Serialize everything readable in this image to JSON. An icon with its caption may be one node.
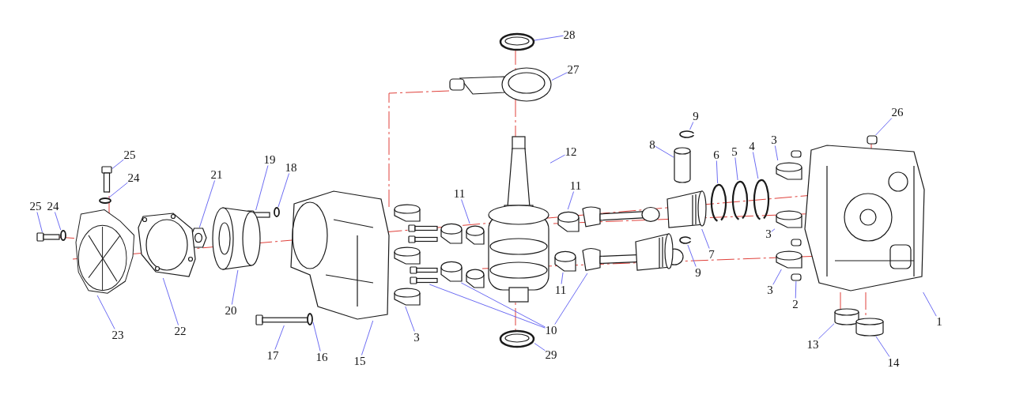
{
  "diagram": {
    "nodes": [
      {
        "text": [
          "28"
        ]
      },
      {
        "text": [
          "27"
        ]
      },
      {
        "text": [
          "12"
        ]
      },
      {
        "text": [
          "9"
        ]
      },
      {
        "text": [
          "8"
        ]
      },
      {
        "text": [
          "6"
        ]
      },
      {
        "text": [
          "5"
        ]
      },
      {
        "text": [
          "4"
        ]
      },
      {
        "text": [
          "3"
        ]
      },
      {
        "text": [
          "26"
        ]
      },
      {
        "text": [
          "19"
        ]
      },
      {
        "text": [
          "18"
        ]
      },
      {
        "text": [
          "21"
        ]
      },
      {
        "text": [
          "25"
        ]
      },
      {
        "text": [
          "24"
        ]
      },
      {
        "text": [
          "11"
        ]
      },
      {
        "text": [
          "11"
        ]
      },
      {
        "text": [
          "25"
        ]
      },
      {
        "text": [
          "24"
        ]
      },
      {
        "text": [
          "3"
        ]
      },
      {
        "text": [
          "7"
        ]
      },
      {
        "text": [
          "9"
        ]
      },
      {
        "text": [
          "3"
        ]
      },
      {
        "text": [
          "2"
        ]
      },
      {
        "text": [
          "11"
        ]
      },
      {
        "text": [
          "1"
        ]
      },
      {
        "text": [
          "20"
        ]
      },
      {
        "text": [
          "23"
        ]
      },
      {
        "text": [
          "22"
        ]
      },
      {
        "text": [
          "3"
        ]
      },
      {
        "text": [
          "10"
        ]
      },
      {
        "text": [
          "15"
        ]
      },
      {
        "text": [
          "17"
        ]
      },
      {
        "text": [
          "16"
        ]
      },
      {
        "text": [
          "29"
        ]
      },
      {
        "text": [
          "13"
        ]
      },
      {
        "text": [
          "14"
        ]
      },
      {
        "text": [],
        "shape": "picture"
      },
      {
        "text": [],
        "shape": "picture"
      },
      {
        "text": [],
        "shape": "picture"
      },
      {
        "text": [],
        "shape": "picture"
      },
      {
        "text": [],
        "shape": "cylinder"
      },
      {
        "text": [],
        "shape": "picture"
      },
      {
        "text": [],
        "shape": "picture"
      },
      {
        "text": [],
        "shape": "picture"
      },
      {
        "text": [],
        "shape": "picture"
      },
      {
        "text": [],
        "shape": "picture"
      },
      {
        "text": [],
        "shape": "picture"
      },
      {
        "text": [],
        "shape": "circle"
      },
      {
        "text": [],
        "shape": "picture"
      },
      {
        "text": [],
        "shape": "picture"
      },
      {
        "text": [],
        "shape": "circle"
      },
      {
        "text": [],
        "shape": "picture"
      },
      {
        "text": [],
        "shape": "picture"
      },
      {
        "text": [],
        "shape": "picture"
      },
      {
        "text": [],
        "shape": "circle"
      },
      {
        "text": [],
        "shape": "picture"
      },
      {
        "text": [],
        "shape": "picture"
      },
      {
        "text": [],
        "shape": "picture"
      },
      {
        "text": [],
        "shape": "picture"
      },
      {
        "text": [],
        "shape": "box"
      },
      {
        "text": [],
        "shape": "picture"
      },
      {
        "text": [],
        "shape": "picture"
      },
      {
        "text": [],
        "shape": "cylinder"
      },
      {
        "text": [],
        "shape": "picture"
      },
      {
        "text": [],
        "shape": "picture"
      },
      {
        "text": [],
        "shape": "picture"
      },
      {
        "text": [],
        "shape": "picture"
      },
      {
        "text": [],
        "shape": "picture"
      },
      {
        "text": [],
        "shape": "picture"
      },
      {
        "text": [],
        "shape": "picture"
      },
      {
        "text": [],
        "shape": "picture"
      },
      {
        "text": [],
        "shape": "circle"
      },
      {
        "text": [],
        "shape": "picture"
      },
      {
        "text": [],
        "shape": "cylinder"
      },
      {
        "text": [],
        "shape": "cylinder"
      },
      {
        "text": [],
        "shape": "picture"
      },
      {
        "text": [],
        "shape": "picture"
      },
      {
        "text": [],
        "shape": "picture"
      },
      {
        "text": [],
        "shape": "picture"
      },
      {
        "text": [],
        "shape": "picture"
      },
      {
        "text": [],
        "shape": "picture"
      },
      {
        "text": [],
        "shape": "picture"
      },
      {
        "text": [],
        "shape": "picture"
      },
      {
        "text": [],
        "shape": "picture"
      },
      {
        "text": [],
        "shape": "box"
      },
      {
        "text": [],
        "shape": "box"
      }
    ],
    "edges": [
      {
        "from": 0,
        "to": 37,
        "arrow": "none"
      },
      {
        "from": 1,
        "to": 38,
        "arrow": "none"
      },
      {
        "from": 2,
        "to": 39,
        "arrow": "none"
      },
      {
        "from": 3,
        "to": 40,
        "arrow": "none"
      },
      {
        "from": 4,
        "to": 41,
        "arrow": "none"
      },
      {
        "from": 5,
        "to": 42,
        "arrow": "none"
      },
      {
        "from": 6,
        "to": 43,
        "arrow": "none"
      },
      {
        "from": 7,
        "to": 44,
        "arrow": "none"
      },
      {
        "from": 8,
        "to": 45,
        "arrow": "none"
      },
      {
        "from": 9,
        "to": 46,
        "arrow": "none"
      },
      {
        "from": 10,
        "to": 47,
        "arrow": "none"
      },
      {
        "from": 11,
        "to": 48,
        "arrow": "none"
      },
      {
        "from": 12,
        "to": 49,
        "arrow": "none"
      },
      {
        "from": 13,
        "to": 50,
        "arrow": "none"
      },
      {
        "from": 14,
        "to": 51,
        "arrow": "none"
      },
      {
        "from": 15,
        "to": 52,
        "arrow": "none"
      },
      {
        "from": 16,
        "to": 53,
        "arrow": "none"
      },
      {
        "from": 17,
        "to": 54,
        "arrow": "none"
      },
      {
        "from": 18,
        "to": 55,
        "arrow": "none"
      },
      {
        "from": 19,
        "to": 56,
        "arrow": "none"
      },
      {
        "from": 20,
        "to": 57,
        "arrow": "none"
      },
      {
        "from": 21,
        "to": 58,
        "arrow": "none"
      },
      {
        "from": 22,
        "to": 59,
        "arrow": "none"
      },
      {
        "from": 23,
        "to": 86,
        "arrow": "none"
      },
      {
        "from": 24,
        "to": 61,
        "arrow": "none"
      },
      {
        "from": 25,
        "to": 62,
        "arrow": "none"
      },
      {
        "from": 26,
        "to": 63,
        "arrow": "none"
      },
      {
        "from": 27,
        "to": 64,
        "arrow": "none"
      },
      {
        "from": 28,
        "to": 65,
        "arrow": "none"
      },
      {
        "from": 29,
        "to": 66,
        "arrow": "none"
      },
      {
        "from": 30,
        "to": 67,
        "arrow": "none"
      },
      {
        "from": 30,
        "to": 68,
        "arrow": "none"
      },
      {
        "from": 30,
        "to": 69,
        "arrow": "none"
      },
      {
        "from": 31,
        "to": 70,
        "arrow": "none"
      },
      {
        "from": 32,
        "to": 71,
        "arrow": "none"
      },
      {
        "from": 33,
        "to": 72,
        "arrow": "none"
      },
      {
        "from": 34,
        "to": 73,
        "arrow": "none"
      },
      {
        "from": 35,
        "to": 74,
        "arrow": "none"
      },
      {
        "from": 36,
        "to": 75,
        "arrow": "none"
      }
    ]
  }
}
